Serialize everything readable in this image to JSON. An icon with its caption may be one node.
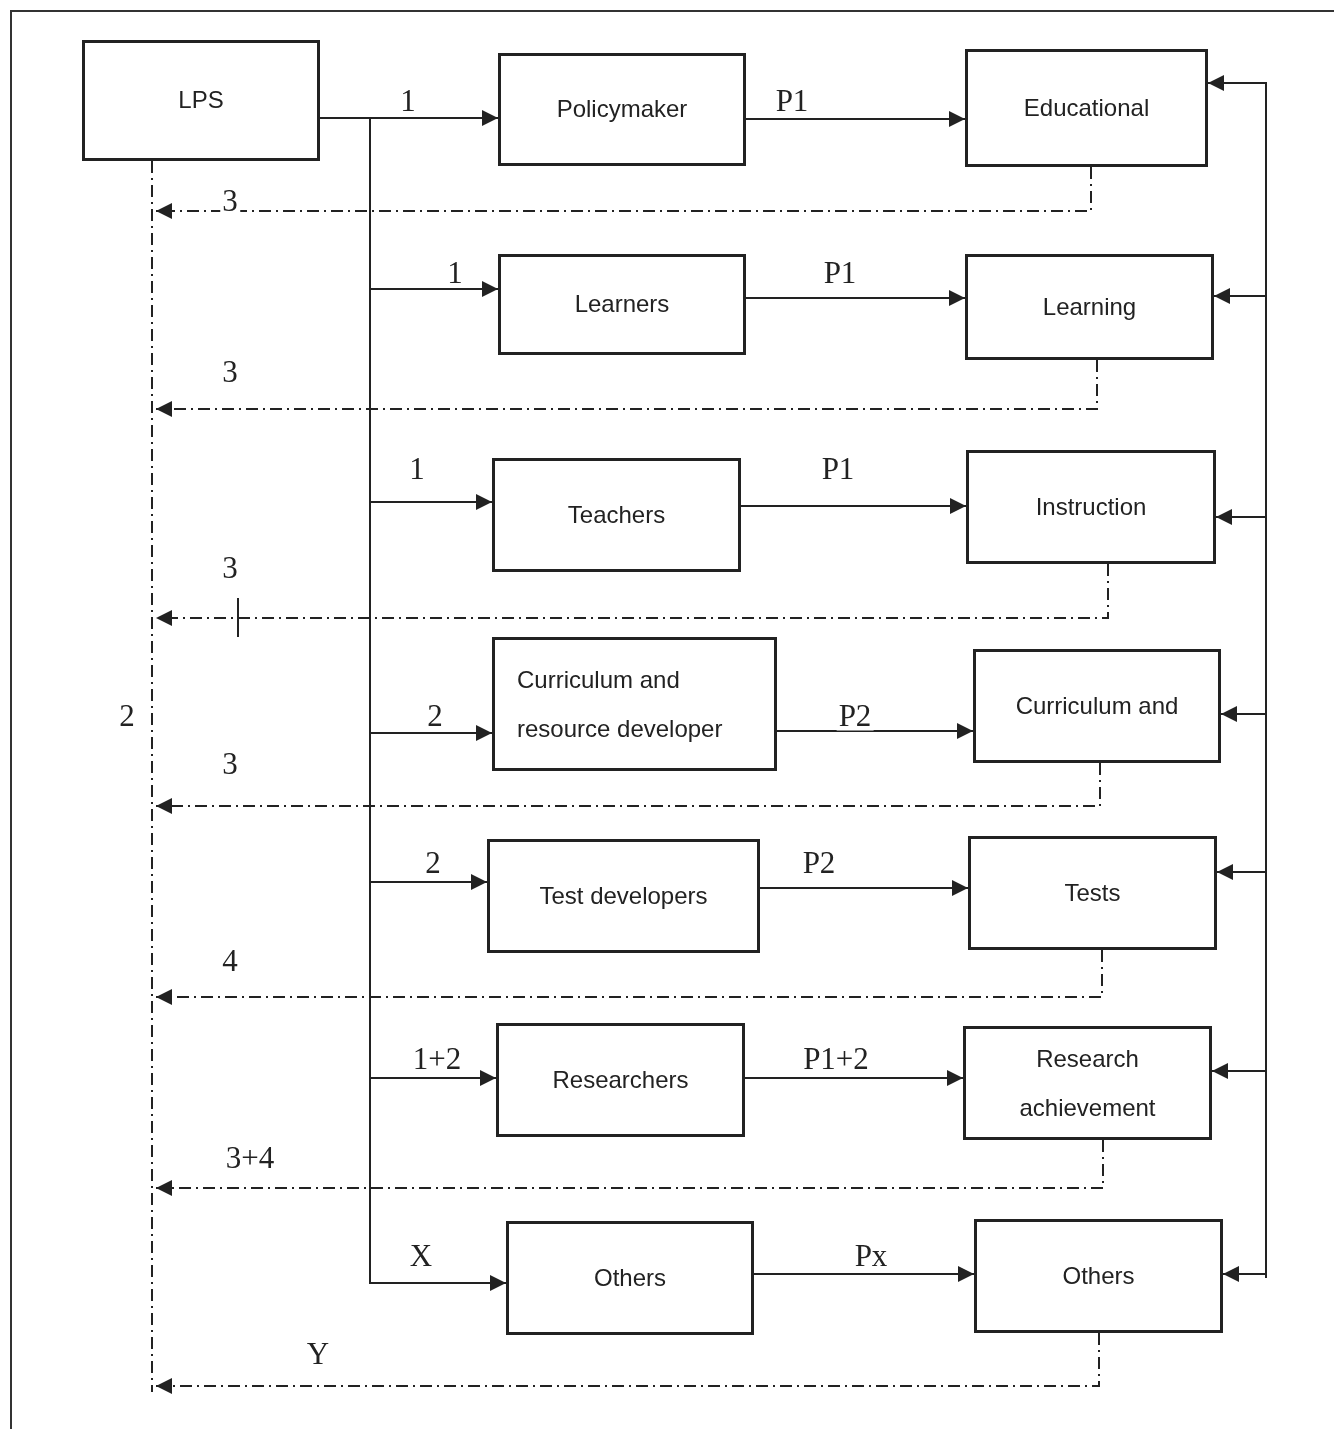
{
  "diagram": {
    "nodes": [
      {
        "text": [
          "LPS"
        ]
      },
      {
        "text": [
          "Policymaker"
        ]
      },
      {
        "text": [
          "Educational"
        ]
      },
      {
        "text": [
          "Learners"
        ]
      },
      {
        "text": [
          "Learning"
        ]
      },
      {
        "text": [
          "Teachers"
        ]
      },
      {
        "text": [
          "Instruction"
        ]
      },
      {
        "text": [
          "Curriculum and resource developer"
        ]
      },
      {
        "text": [
          "Curriculum and"
        ]
      },
      {
        "text": [
          "Test developers"
        ]
      },
      {
        "text": [
          "Tests"
        ]
      },
      {
        "text": [
          "Researchers"
        ]
      },
      {
        "text": [
          "Research achievement"
        ]
      },
      {
        "text": [
          "Others"
        ]
      },
      {
        "text": [
          "Others"
        ]
      }
    ],
    "edges": [
      {
        "from": 0,
        "to": 1,
        "arrow": "to",
        "label": "1"
      },
      {
        "from": 0,
        "to": 3,
        "arrow": "to",
        "label": "1"
      },
      {
        "from": 0,
        "to": 5,
        "arrow": "to",
        "label": "1"
      },
      {
        "from": 0,
        "to": 7,
        "arrow": "to",
        "label": "2"
      },
      {
        "from": 0,
        "to": 9,
        "arrow": "to",
        "label": "2"
      },
      {
        "from": 0,
        "to": 11,
        "arrow": "to",
        "label": "1+2"
      },
      {
        "from": 0,
        "to": 13,
        "arrow": "to",
        "label": "X"
      },
      {
        "from": 1,
        "to": 2,
        "arrow": "to",
        "label": "P1"
      },
      {
        "from": 3,
        "to": 4,
        "arrow": "to",
        "label": "P1"
      },
      {
        "from": 5,
        "to": 6,
        "arrow": "to",
        "label": "P1"
      },
      {
        "from": 7,
        "to": 8,
        "arrow": "to",
        "label": "P2"
      },
      {
        "from": 9,
        "to": 10,
        "arrow": "to",
        "label": "P2"
      },
      {
        "from": 11,
        "to": 12,
        "arrow": "to",
        "label": "P1+2"
      },
      {
        "from": 13,
        "to": 14,
        "arrow": "to",
        "label": "Px"
      },
      {
        "from": null,
        "to": 2,
        "arrow": "to"
      },
      {
        "from": null,
        "to": 4,
        "arrow": "to"
      },
      {
        "from": null,
        "to": 6,
        "arrow": "to"
      },
      {
        "from": null,
        "to": 8,
        "arrow": "to"
      },
      {
        "from": null,
        "to": 10,
        "arrow": "to"
      },
      {
        "from": null,
        "to": 12,
        "arrow": "to"
      },
      {
        "from": null,
        "to": 14,
        "arrow": "to"
      },
      {
        "from": 2,
        "to": null,
        "arrow": "to",
        "label": "3",
        "style": "dashed"
      },
      {
        "from": 4,
        "to": null,
        "arrow": "to",
        "label": "3",
        "style": "dashed"
      },
      {
        "from": 6,
        "to": null,
        "arrow": "to",
        "label": "3",
        "style": "dashed"
      },
      {
        "from": 8,
        "to": null,
        "arrow": "to",
        "label": "3",
        "style": "dashed"
      },
      {
        "from": 10,
        "to": null,
        "arrow": "to",
        "label": "4",
        "style": "dashed"
      },
      {
        "from": 12,
        "to": null,
        "arrow": "to",
        "label": "3+4",
        "style": "dashed"
      },
      {
        "from": 14,
        "to": null,
        "arrow": "to",
        "label": "Y",
        "style": "dashed"
      },
      {
        "from": 0,
        "to": null,
        "arrow": "none",
        "label": "2",
        "style": "dashed"
      }
    ]
  }
}
